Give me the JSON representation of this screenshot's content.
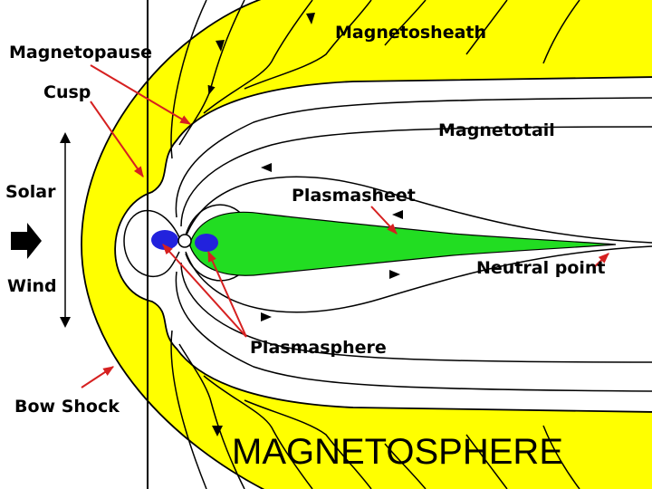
{
  "labels": {
    "magnetopause": "Magnetopause",
    "cusp": "Cusp",
    "magnetosheath": "Magnetosheath",
    "magnetotail": "Magnetotail",
    "solar": "Solar",
    "wind": "Wind",
    "plasmasheet": "Plasmasheet",
    "neutral_point": "Neutral point",
    "plasmasphere": "Plasmasphere",
    "bow_shock": "Bow Shock"
  },
  "title": "MAGNETOSPHERE",
  "colors": {
    "magnetosheath": "#ffff00",
    "magnetosphere": "#ffffff",
    "plasmasheet": "#22dd22",
    "earth": "#2222dd",
    "pointer": "#d62020",
    "lines": "#000000"
  }
}
